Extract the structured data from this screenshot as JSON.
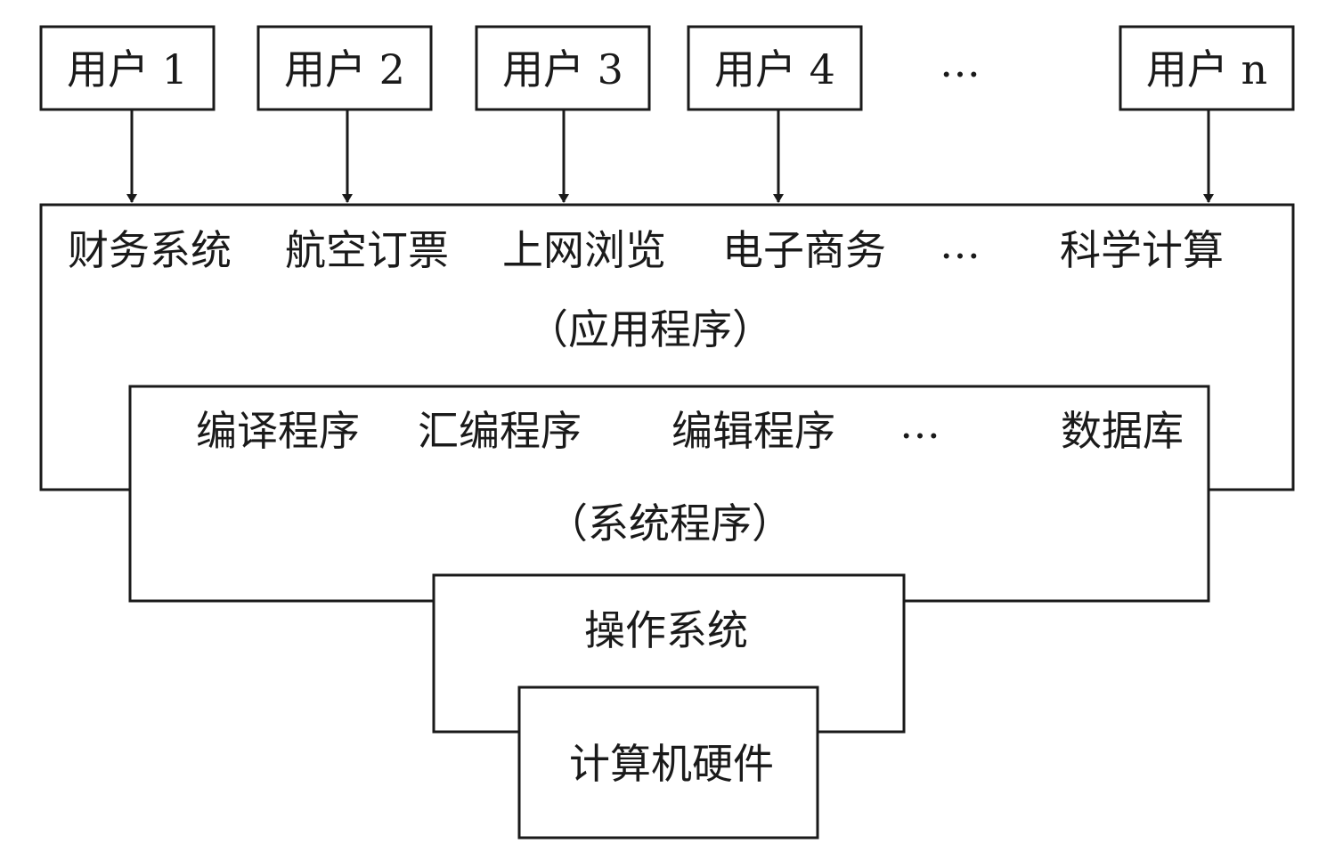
{
  "users": [
    "用户 1",
    "用户 2",
    "用户 3",
    "用户 4",
    "…",
    "用户 n"
  ],
  "applications": {
    "items": [
      "财务系统",
      "航空订票",
      "上网浏览",
      "电子商务",
      "…",
      "科学计算"
    ],
    "caption": "（应用程序）"
  },
  "system_programs": {
    "items": [
      "编译程序",
      "汇编程序",
      "编辑程序",
      "…",
      "数据库"
    ],
    "caption": "（系统程序）"
  },
  "operating_system": "操作系统",
  "hardware": "计算机硬件"
}
